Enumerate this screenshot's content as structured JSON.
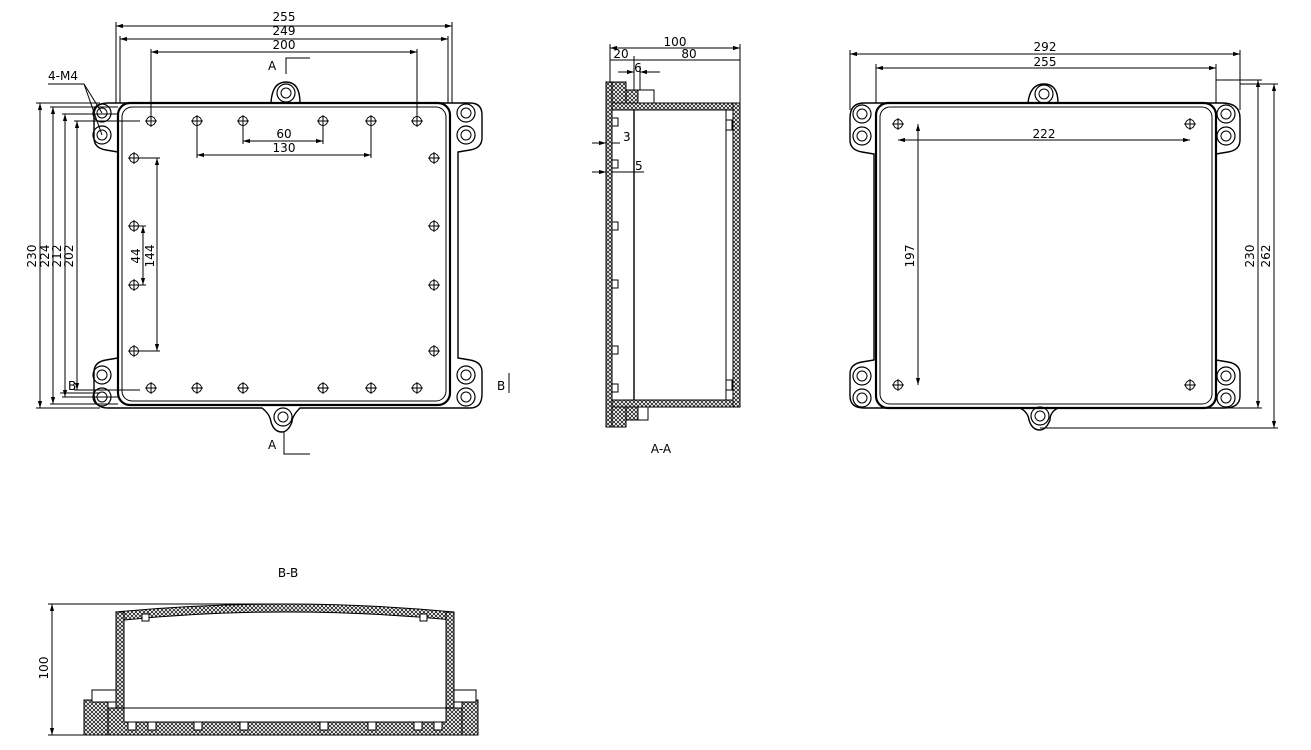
{
  "front_view": {
    "dim_overall_width": "255",
    "dim_inner_width": "249",
    "dim_hole_span": "200",
    "dim_inner_span": "60",
    "dim_mid_span": "130",
    "dim_thread": "4-M4",
    "dim_height_1": "230",
    "dim_height_2": "224",
    "dim_height_3": "212",
    "dim_height_4": "202",
    "dim_side_1": "44",
    "dim_side_2": "144",
    "section_a_top": "A",
    "section_a_bottom": "A",
    "section_b_left": "B",
    "section_b_right": "B"
  },
  "section_aa": {
    "label": "A-A",
    "dim_depth": "100",
    "dim_lid": "20",
    "dim_body": "80",
    "dim_rib": "6",
    "dim_gap_1": "3",
    "dim_gap_2": "5"
  },
  "back_view": {
    "dim_overall_width": "292",
    "dim_inner_width": "255",
    "dim_hole_span_x": "222",
    "dim_hole_span_y": "197",
    "dim_height": "230",
    "dim_overall_height": "262"
  },
  "section_bb": {
    "label": "B-B",
    "dim_height": "100"
  }
}
